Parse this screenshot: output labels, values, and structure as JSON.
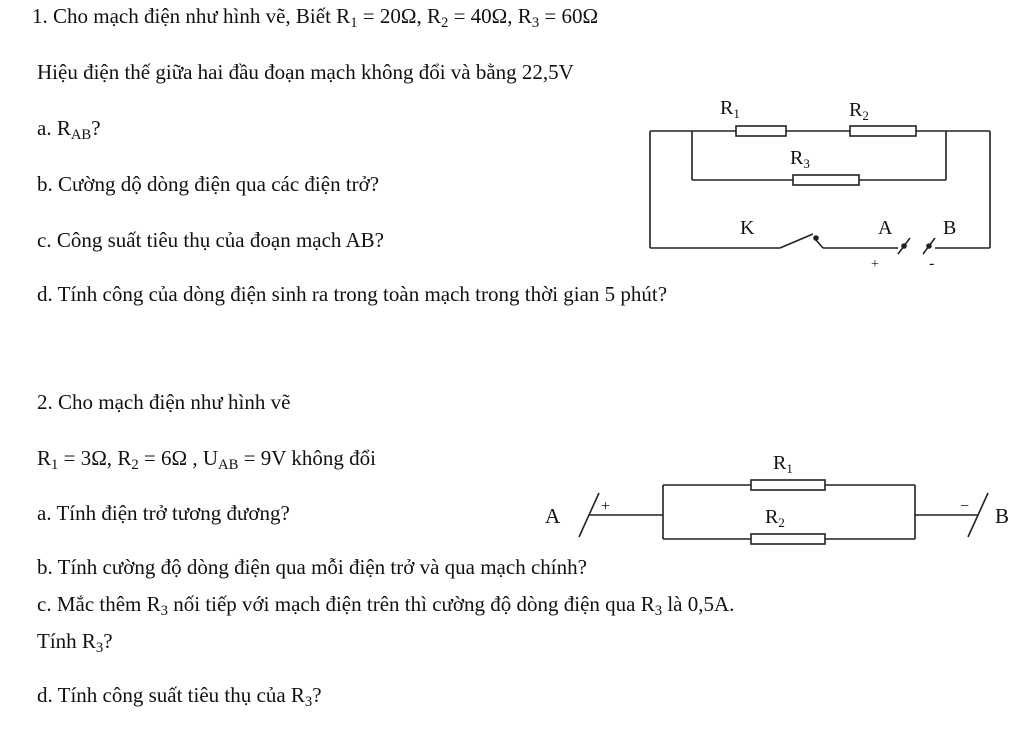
{
  "problem1": {
    "intro_prefix": "1. Cho mạch điện như hình vẽ, Biết ",
    "r1_sym": "R",
    "r1_sub": "1",
    "r1_val": " = 20Ω, ",
    "r2_sym": "R",
    "r2_sub": "2",
    "r2_val": " = 40Ω,  ",
    "r3_sym": "R",
    "r3_sub": "3",
    "r3_val": " = 60Ω",
    "voltage_line": "Hiệu điện thế giữa hai đầu đoạn mạch không đổi  và bằng 22,5V",
    "qa_prefix": "a. R",
    "qa_sub": "AB",
    "qa_suffix": "?",
    "qb": "b. Cường dộ dòng điện qua các điện trở?",
    "qc": "c. Công suất tiêu thụ của đoạn mạch AB?",
    "qd": "d. Tính công của dòng điện sinh ra trong toàn mạch trong thời gian 5 phút?",
    "diagram": {
      "r1_label": "R",
      "r1_sub": "1",
      "r2_label": "R",
      "r2_sub": "2",
      "r3_label": "R",
      "r3_sub": "3",
      "k_label": "K",
      "a_label": "A",
      "b_label": "B",
      "plus": "+",
      "minus": "-"
    }
  },
  "problem2": {
    "intro": "2. Cho mạch điện như hình vẽ",
    "g_r1": "R",
    "g_r1_sub": "1",
    "g_r1_val": " = 3Ω, ",
    "g_r2": "R",
    "g_r2_sub": "2",
    "g_r2_val": " = 6Ω , ",
    "g_u": "U",
    "g_u_sub": "AB",
    "g_u_val": " = 9V không đổi",
    "qa": "a. Tính điện trở tương đương?",
    "qb": "b. Tính cường độ dòng điện qua mỗi điện trở và qua mạch chính?",
    "qc_prefix": "c. Mắc thêm R",
    "qc_sub1": "3",
    "qc_mid": " nối tiếp với mạch điện trên thì  cường độ dòng điện qua R",
    "qc_sub2": "3",
    "qc_suffix": " là 0,5A.",
    "qc2_prefix": "Tính R",
    "qc2_sub": "3",
    "qc2_suffix": "?",
    "qd_prefix": "d. Tính công suất tiêu thụ của R",
    "qd_sub": "3",
    "qd_suffix": "?",
    "diagram": {
      "a_label": "A",
      "b_label": "B",
      "plus": "+",
      "minus": "−",
      "r1_label": "R",
      "r1_sub": "1",
      "r2_label": "R",
      "r2_sub": "2"
    }
  }
}
